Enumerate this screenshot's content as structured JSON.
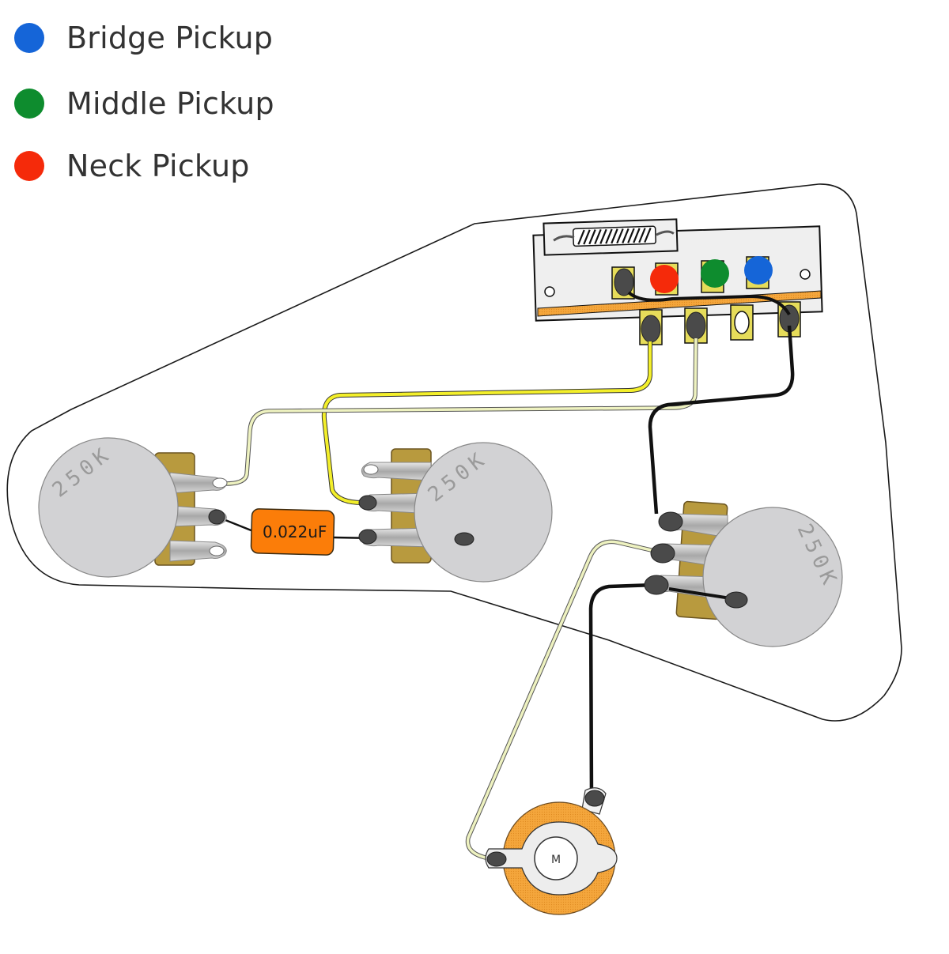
{
  "legend": {
    "items": [
      {
        "label": "Bridge Pickup",
        "color": "#1565d8"
      },
      {
        "label": "Middle Pickup",
        "color": "#0e8c2e"
      },
      {
        "label": "Neck Pickup",
        "color": "#f52a0a"
      }
    ]
  },
  "components": {
    "switch": {
      "name": "5-way selector switch",
      "pickup_markers": [
        "Neck Pickup",
        "Middle Pickup",
        "Bridge Pickup"
      ]
    },
    "pots": [
      {
        "id": "tone-pot-left",
        "value": "250K"
      },
      {
        "id": "tone-pot-middle",
        "value": "250K"
      },
      {
        "id": "volume-pot-right",
        "value": "250K"
      }
    ],
    "capacitor": {
      "value": "0.022uF"
    },
    "output_jack": {
      "label": "M"
    }
  },
  "colors": {
    "wire_yellow": "#f3ef2a",
    "wire_cream": "#eef2c0",
    "wire_black": "#111111",
    "lug_gold": "#e6dc5a",
    "pot_bracket": "#b89a3e",
    "pot_face": "#d2d2d4",
    "capacitor": "#fb7d09",
    "jack_ring": "#f4a63c",
    "switch_bar": "#f3a34a"
  }
}
